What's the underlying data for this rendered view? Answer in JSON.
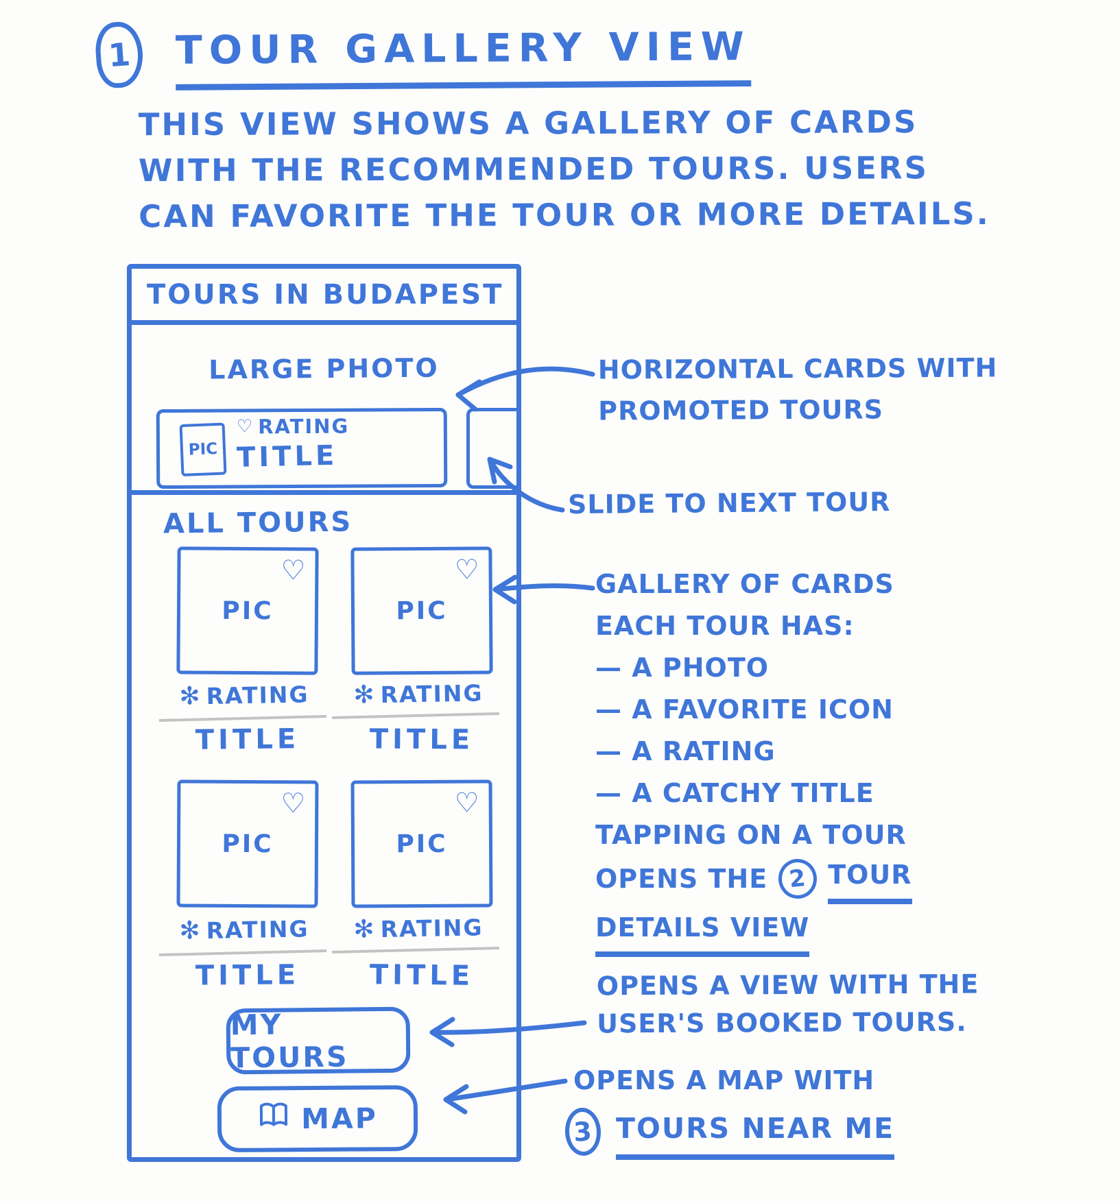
{
  "colors": {
    "ink": "#3f76d8",
    "paper": "#fdfdfc",
    "pencil_line": "#c3c3c3"
  },
  "heading": {
    "number": "1",
    "title": "TOUR GALLERY VIEW"
  },
  "intro": {
    "text": "THIS VIEW SHOWS A GALLERY OF CARDS\nWITH THE RECOMMENDED TOURS. USERS\nCAN FAVORITE THE TOUR OR MORE DETAILS."
  },
  "phone": {
    "header": "TOURS IN BUDAPEST",
    "promo": {
      "label": "LARGE PHOTO",
      "card": {
        "pic": "PIC",
        "heart": "♡",
        "rating": "RATING",
        "title": "TITLE"
      }
    },
    "gallery": {
      "label": "ALL TOURS",
      "heart": "♡",
      "asterisk": "✻",
      "cards": [
        {
          "pic": "PIC",
          "rating": "RATING",
          "title": "TITLE"
        },
        {
          "pic": "PIC",
          "rating": "RATING",
          "title": "TITLE"
        },
        {
          "pic": "PIC",
          "rating": "RATING",
          "title": "TITLE"
        },
        {
          "pic": "PIC",
          "rating": "RATING",
          "title": "TITLE"
        }
      ]
    },
    "buttons": {
      "my_tours": "MY TOURS",
      "map": "MAP"
    }
  },
  "annotations": {
    "promo_cards": "HORIZONTAL CARDS WITH\nPROMOTED TOURS",
    "slide": "SLIDE TO NEXT TOUR",
    "gallery_lines": [
      "GALLERY OF CARDS",
      "EACH TOUR HAS:",
      "— A PHOTO",
      "— A FAVORITE ICON",
      "— A RATING",
      "— A CATCHY TITLE",
      "TAPPING ON A TOUR"
    ],
    "opens_prefix": "OPENS THE",
    "opens_number": "2",
    "opens_link_tour": "TOUR",
    "opens_link_details": "DETAILS VIEW",
    "my_tours": "OPENS A VIEW WITH THE\nUSER'S BOOKED TOURS.",
    "map_line1": "OPENS A MAP WITH",
    "map_number": "3",
    "map_link": "TOURS NEAR ME"
  }
}
